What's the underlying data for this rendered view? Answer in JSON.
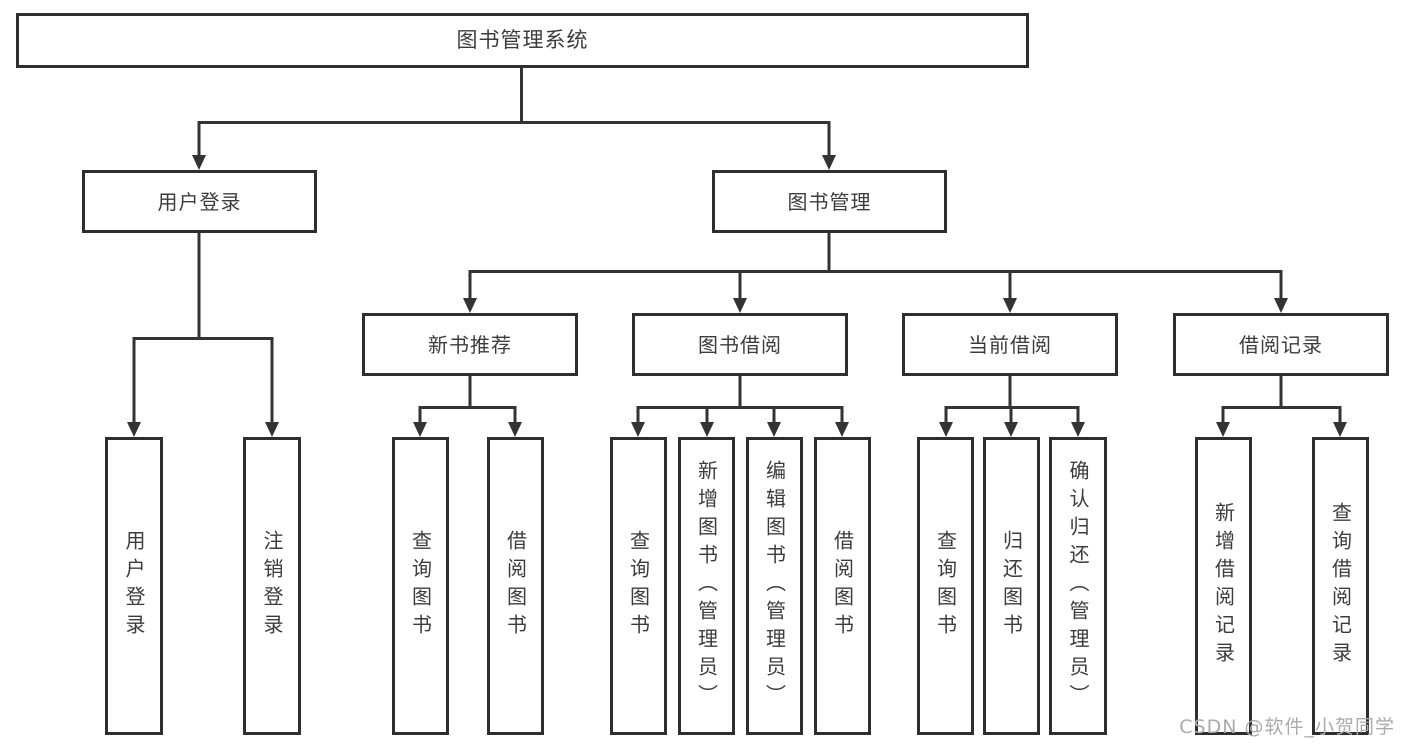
{
  "colors": {
    "line": "#333333",
    "box_border": "#2e2e2e",
    "text": "#3c3c3c",
    "watermark": "#ababab",
    "background": "#ffffff"
  },
  "watermark": {
    "text": "CSDN @软件_小贺同学"
  },
  "tree": {
    "root": {
      "label": "图书管理系统",
      "children": [
        {
          "label": "用户登录",
          "children": [
            {
              "label": "用户登录"
            },
            {
              "label": "注销登录"
            }
          ]
        },
        {
          "label": "图书管理",
          "children": [
            {
              "label": "新书推荐",
              "children": [
                {
                  "label": "查询图书"
                },
                {
                  "label": "借阅图书"
                }
              ]
            },
            {
              "label": "图书借阅",
              "children": [
                {
                  "label": "查询图书"
                },
                {
                  "label": "新增图书（管理员）"
                },
                {
                  "label": "编辑图书（管理员）"
                },
                {
                  "label": "借阅图书"
                }
              ]
            },
            {
              "label": "当前借阅",
              "children": [
                {
                  "label": "查询图书"
                },
                {
                  "label": "归还图书"
                },
                {
                  "label": "确认归还（管理员）"
                }
              ]
            },
            {
              "label": "借阅记录",
              "children": [
                {
                  "label": "新增借阅记录"
                },
                {
                  "label": "查询借阅记录"
                }
              ]
            }
          ]
        }
      ]
    }
  }
}
